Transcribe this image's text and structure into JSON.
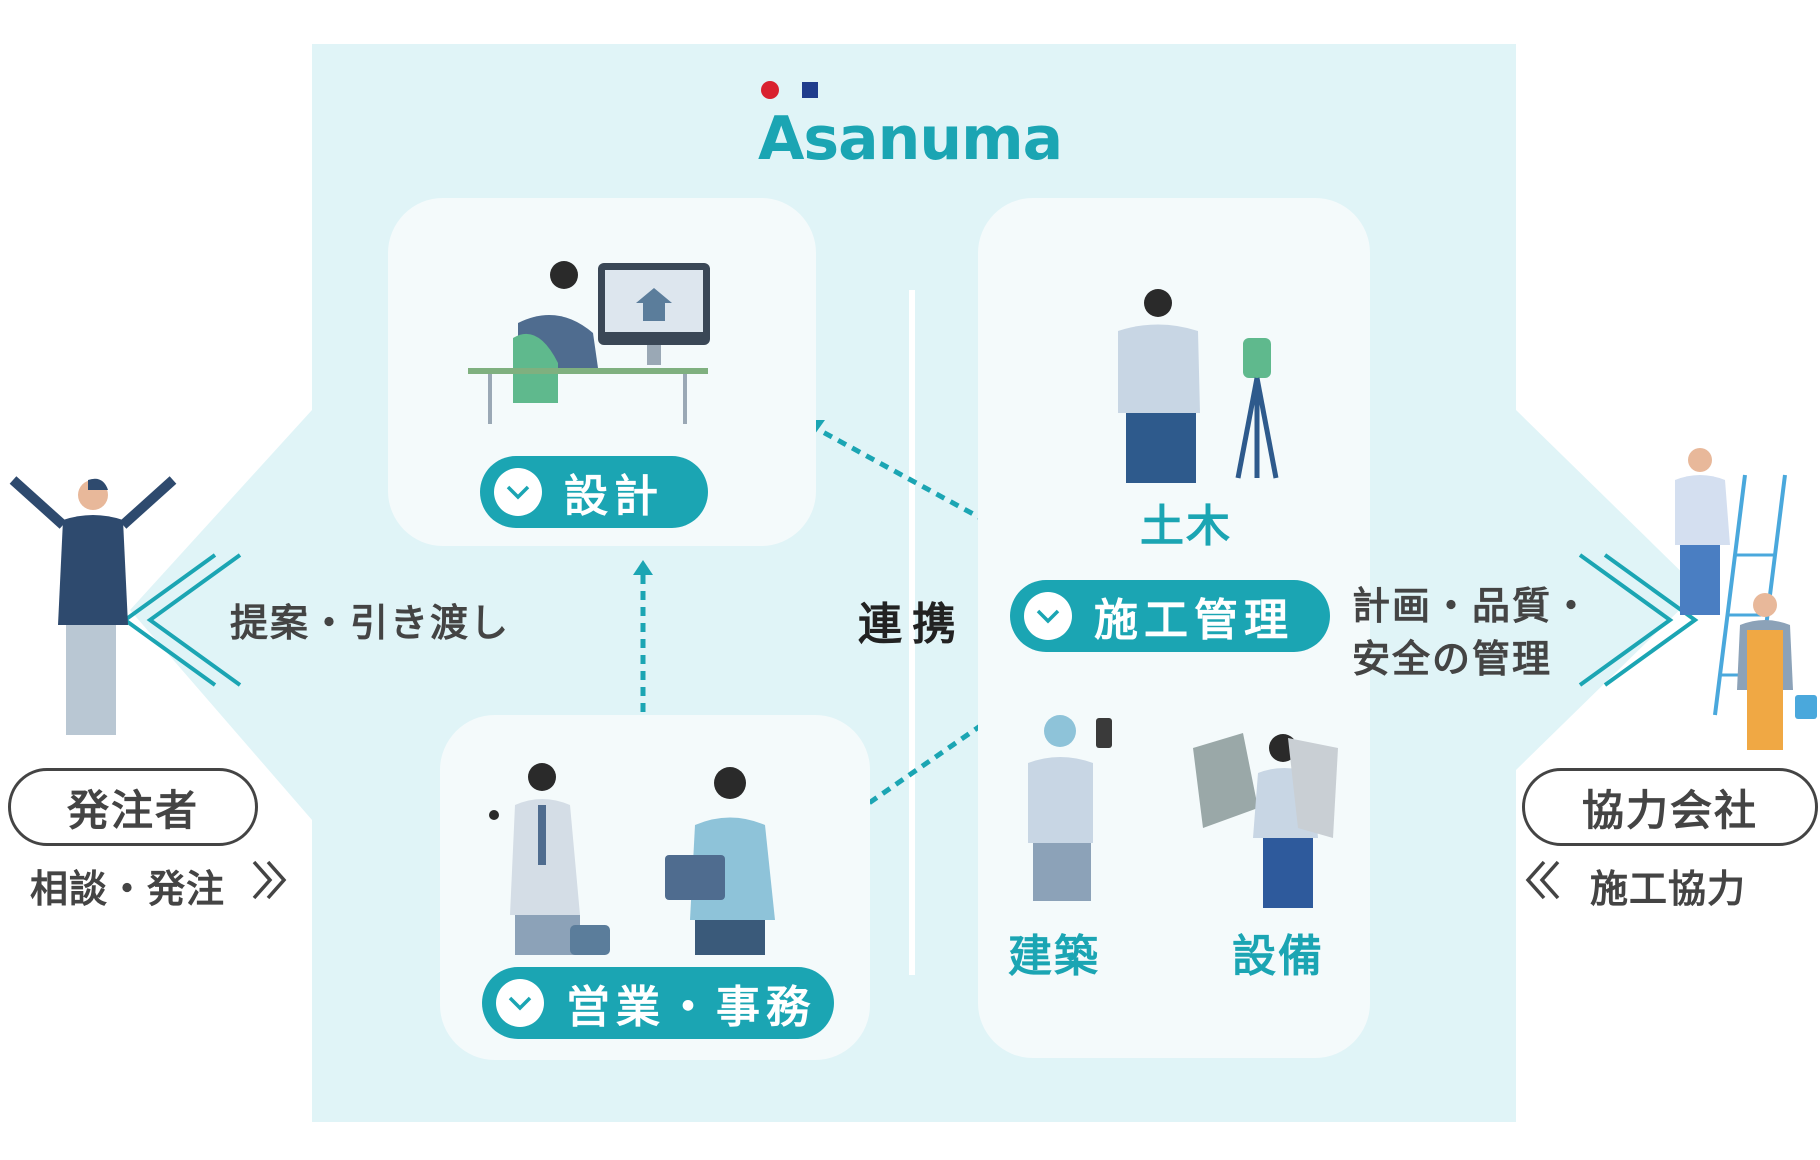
{
  "logo": {
    "text": "Asanuma",
    "dot_red": "#d9212f",
    "dot_blue": "#1f3c8c"
  },
  "colors": {
    "teal": "#1ba5b3",
    "bg_light": "#e0f4f7",
    "card": "#f4fafb",
    "text_dark": "#444444"
  },
  "center": {
    "renkei": "連携"
  },
  "cards": {
    "sekkei": {
      "label": "設計"
    },
    "eigyo": {
      "label": "営業・事務"
    },
    "seko": {
      "label": "施工管理"
    }
  },
  "seko_roles": {
    "doboku": "土木",
    "kenchiku": "建築",
    "setsubi": "設備"
  },
  "left": {
    "flow_label": "提案・引き渡し",
    "party": "発注者",
    "sub": "相談・発注"
  },
  "right": {
    "flow_label_line1": "計画・品質・",
    "flow_label_line2": "安全の管理",
    "party": "協力会社",
    "sub": "施工協力"
  }
}
